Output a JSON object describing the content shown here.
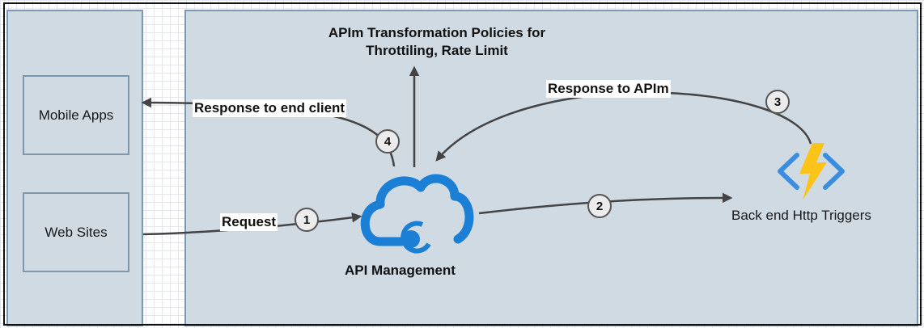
{
  "nodes": {
    "mobile_apps": "Mobile Apps",
    "web_sites": "Web Sites",
    "api_management": "API Management",
    "backend": "Back end Http Triggers"
  },
  "labels": {
    "policies_line1": "APIm Transformation Policies for",
    "policies_line2": "Throttiling, Rate Limit",
    "response_to_client": "Response to end client",
    "response_to_apim": "Response to APIm",
    "request": "Request"
  },
  "steps": [
    "1",
    "2",
    "3",
    "4"
  ],
  "colors": {
    "panel_fill": "#cfdae3",
    "panel_border": "#7b98ae",
    "arrow": "#444444",
    "apim_blue": "#1b7fd6",
    "function_yellow": "#fcc419",
    "function_bracket": "#3b8de0"
  },
  "icons": {
    "apim": "cloud-apim-icon",
    "function": "azure-function-icon"
  }
}
